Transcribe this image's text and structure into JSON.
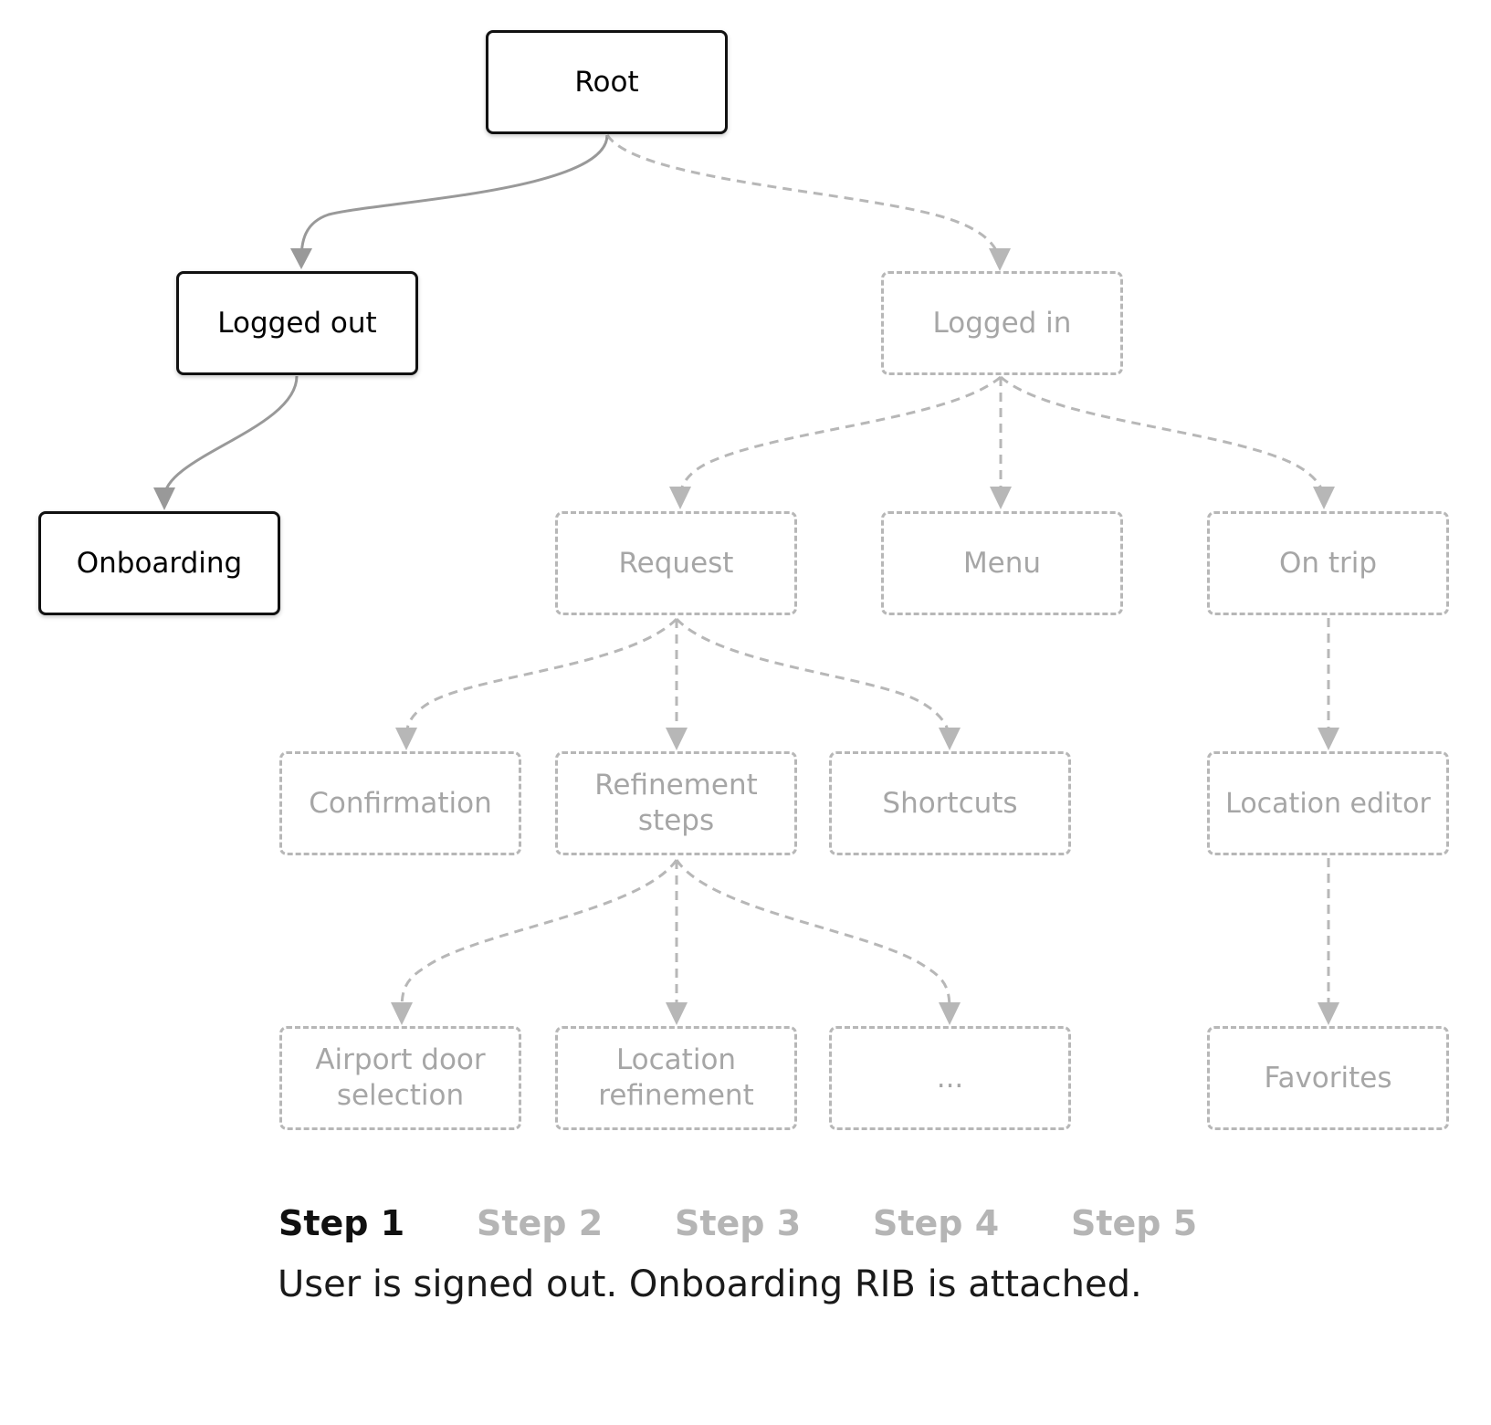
{
  "nodes": {
    "root": {
      "label": "Root"
    },
    "logged_out": {
      "label": "Logged out"
    },
    "onboarding": {
      "label": "Onboarding"
    },
    "logged_in": {
      "label": "Logged in"
    },
    "request": {
      "label": "Request"
    },
    "menu": {
      "label": "Menu"
    },
    "on_trip": {
      "label": "On trip"
    },
    "confirmation": {
      "label": "Confirmation"
    },
    "refinement_steps": {
      "label": "Refinement steps"
    },
    "shortcuts": {
      "label": "Shortcuts"
    },
    "location_editor": {
      "label": "Location editor"
    },
    "airport_door_selection": {
      "label": "Airport door selection"
    },
    "location_refinement": {
      "label": "Location refinement"
    },
    "ellipsis": {
      "label": "..."
    },
    "favorites": {
      "label": "Favorites"
    }
  },
  "edges": [
    {
      "from": "root",
      "to": "logged_out",
      "style": "solid"
    },
    {
      "from": "root",
      "to": "logged_in",
      "style": "dashed"
    },
    {
      "from": "logged_out",
      "to": "onboarding",
      "style": "solid"
    },
    {
      "from": "logged_in",
      "to": "request",
      "style": "dashed"
    },
    {
      "from": "logged_in",
      "to": "menu",
      "style": "dashed"
    },
    {
      "from": "logged_in",
      "to": "on_trip",
      "style": "dashed"
    },
    {
      "from": "request",
      "to": "confirmation",
      "style": "dashed"
    },
    {
      "from": "request",
      "to": "refinement_steps",
      "style": "dashed"
    },
    {
      "from": "request",
      "to": "shortcuts",
      "style": "dashed"
    },
    {
      "from": "on_trip",
      "to": "location_editor",
      "style": "dashed"
    },
    {
      "from": "refinement_steps",
      "to": "airport_door_selection",
      "style": "dashed"
    },
    {
      "from": "refinement_steps",
      "to": "location_refinement",
      "style": "dashed"
    },
    {
      "from": "refinement_steps",
      "to": "ellipsis",
      "style": "dashed"
    },
    {
      "from": "location_editor",
      "to": "favorites",
      "style": "dashed"
    }
  ],
  "colors": {
    "active_border": "#111111",
    "inactive_border": "#b7b7b7",
    "solid_edge": "#999999",
    "dashed_edge": "#b7b7b7",
    "current_step": "#111111",
    "other_step": "#b5b5b5"
  },
  "steps": {
    "items": [
      "Step 1",
      "Step 2",
      "Step 3",
      "Step 4",
      "Step 5"
    ],
    "current": "Step 1"
  },
  "caption": "User is signed out. Onboarding RIB is attached."
}
